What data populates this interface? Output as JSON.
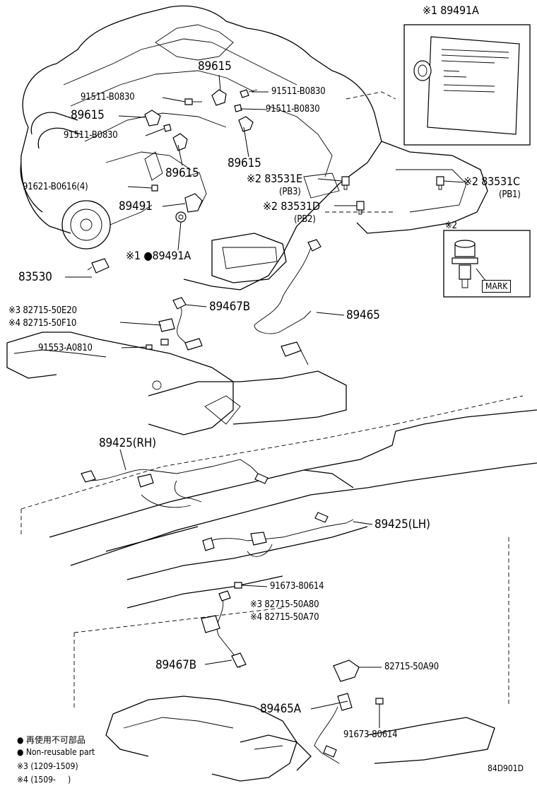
{
  "labels": {
    "note_box_ref": "※1 89491A",
    "p89615_a": "89615",
    "p91511_a": "91511-B0830",
    "p91511_b": "91511-B0830",
    "p89615_b": "89615",
    "p91511_c": "91511-B0830",
    "p91511_d": "91511-B0830",
    "p89615_c": "89615",
    "p89615_d": "89615",
    "p91621": "91621-B0616(4)",
    "p83531E": "※2 83531E",
    "p83531E_sub": "(PB3)",
    "p83531C": "※2 83531C",
    "p83531C_sub": "(PB1)",
    "p89491": "89491",
    "p83531D": "※2 83531D",
    "p83531D_sub": "(PB2)",
    "p89491A": "※1 ●89491A",
    "p83530": "83530",
    "detail_ref": "※2",
    "mark": "MARK",
    "p82715_50E20": "※3 82715-50E20",
    "p82715_50F10": "※4 82715-50F10",
    "p89467B_top": "89467B",
    "p89465": "89465",
    "p91553": "91553-A0810",
    "p89425RH": "89425(RH)",
    "p89425LH": "89425(LH)",
    "p91673_a": "91673-80614",
    "p82715_50A80": "※3 82715-50A80",
    "p82715_50A70": "※4 82715-50A70",
    "p89467B_bot": "89467B",
    "p82715_50A90": "82715-50A90",
    "p89465A": "89465A",
    "p91673_b": "91673-80614"
  },
  "legend": {
    "bullet1": "● 再使用不可部品",
    "bullet2": "● Non-reusable part",
    "note3": "※3 (1209-1509)",
    "note4": "※4 (1509-     )"
  },
  "diagram_code": "84D901D"
}
